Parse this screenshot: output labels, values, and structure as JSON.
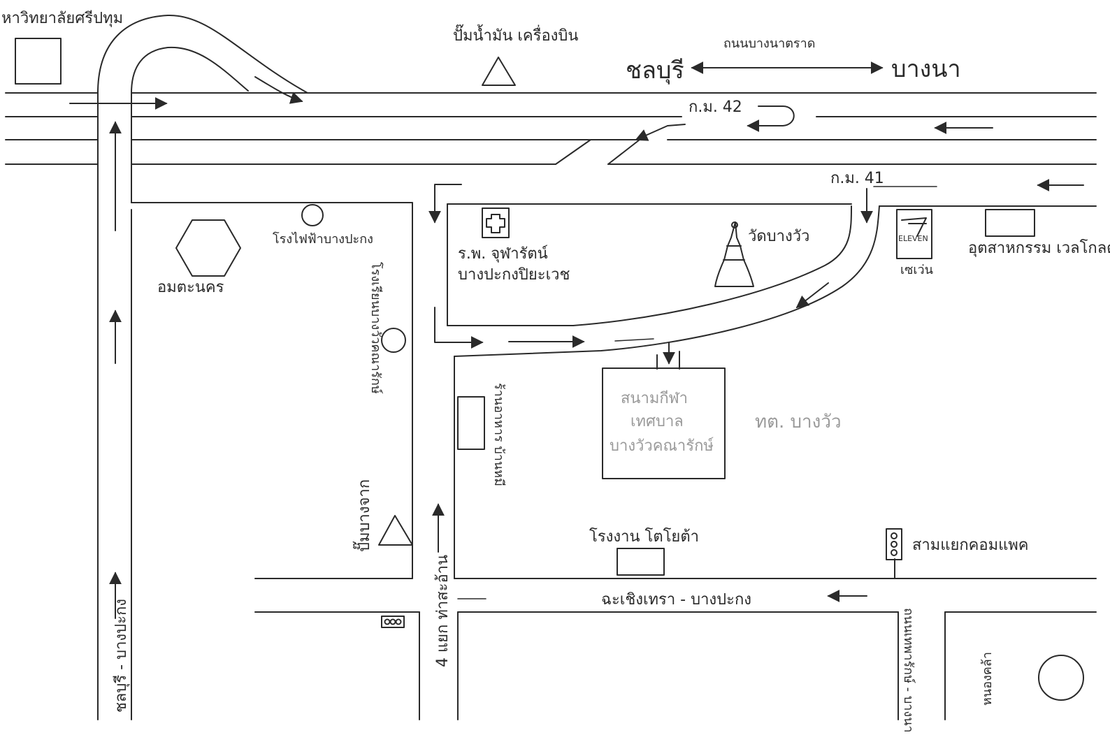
{
  "labels": {
    "university": "หาวิทยาลัยศรีปทุม",
    "gas_station_airplane": "ปั๊มน้ำมัน เครื่องบิน",
    "road_bangna_trat": "ถนนบางนาตราด",
    "chonburi": "ชลบุรี",
    "bangna": "บางนา",
    "km42": "ก.ม. 42",
    "km41": "ก.ม. 41",
    "power_plant": "โรงไฟฟ้าบางปะกง",
    "amata_nakorn": "อมตะนคร",
    "hospital_line1": "ร.พ. จุฬารัตน์",
    "hospital_line2": "บางปะกงปิยะเวช",
    "wat_bang_wua": "วัดบางวัว",
    "seven_eleven": "ELEVEN",
    "seven_eleven_th": "เซเว่น",
    "wellgrow": "อุตสาหกรรม เวลโกลด์",
    "school_vertical": "โรงเรียนบางวัวคณารักษ์",
    "stadium_line1": "สนามกีฬา",
    "stadium_line2": "เทศบาล",
    "stadium_line3": "บางวัวคณารักษ์",
    "municipality": "ทต. บางวัว",
    "shop_vertical": "ร้านอาหาร บ้านหมี",
    "road_chonburi_bangpakong": "ชลบุรี - บางปะกง",
    "gas_station_bangkok": "ปั๊มบางจาก",
    "toyota_factory": "โรงงาน โตโยต้า",
    "sam_yaek": "สามแยกคอมแพค",
    "road_chachoengsao": "ฉะเชิงเทรา - บางปะกง",
    "four_yaek": "4 แยก ท่าสะอ้าน",
    "road_vertical_right": "ถนนเทพารักษ์ - บางนา",
    "nong_khla": "หนองคล้า"
  },
  "icons": {
    "landmark": "square-icon",
    "gas": "triangle-icon",
    "hospital": "cross-icon",
    "temple": "stupa-icon",
    "traffic_light": "traffic-light-icon",
    "power": "circle-icon",
    "industrial": "hexagon-icon"
  }
}
